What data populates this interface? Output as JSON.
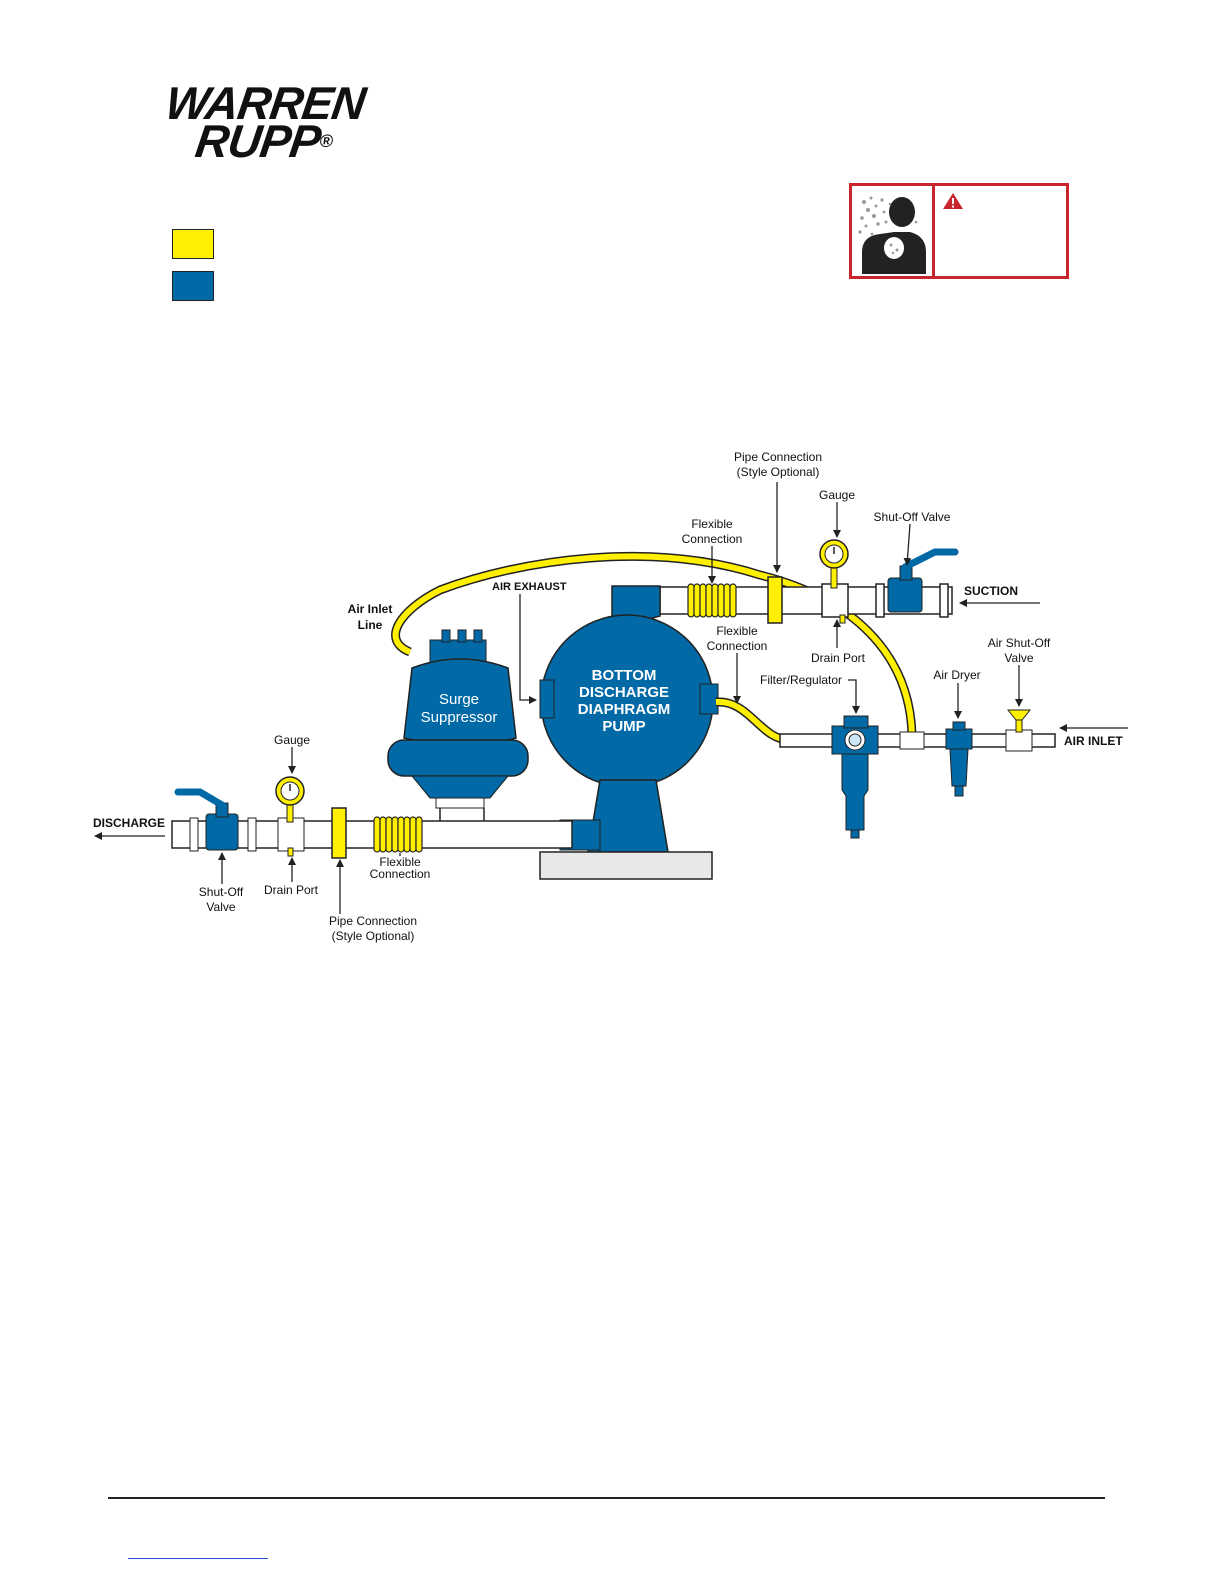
{
  "brand": {
    "line1": "WARREN",
    "line2": "RUPP",
    "registered": "®"
  },
  "legend": {
    "yellow_color": "#ffef00",
    "blue_color": "#0069a6"
  },
  "warning": {
    "border_color": "#c8262c",
    "icon": "warning-triangle-icon",
    "pictogram": "inhalation-hazard-icon"
  },
  "colors": {
    "yellow": "#ffef00",
    "blue": "#0069a6",
    "pipe": "#ffffff",
    "line": "#222222"
  },
  "diagram": {
    "pump_label_1": "BOTTOM",
    "pump_label_2": "DISCHARGE",
    "pump_label_3": "DIAPHRAGM",
    "pump_label_4": "PUMP",
    "surge_1": "Surge",
    "surge_2": "Suppressor",
    "pipe_conn_top_1": "Pipe Connection",
    "pipe_conn_top_2": "(Style Optional)",
    "gauge_top": "Gauge",
    "shutoff_top": "Shut-Off Valve",
    "flex_top_1": "Flexible",
    "flex_top_2": "Connection",
    "suction": "SUCTION",
    "air_exhaust": "AIR EXHAUST",
    "air_inlet_line_1": "Air Inlet",
    "air_inlet_line_2": "Line",
    "flex_mid_1": "Flexible",
    "flex_mid_2": "Connection",
    "drain_top": "Drain Port",
    "filter_reg": "Filter/Regulator",
    "air_dryer": "Air Dryer",
    "air_shutoff_1": "Air Shut-Off",
    "air_shutoff_2": "Valve",
    "air_inlet": "AIR INLET",
    "gauge_bottom": "Gauge",
    "discharge": "DISCHARGE",
    "shutoff_bottom_1": "Shut-Off",
    "shutoff_bottom_2": "Valve",
    "drain_bottom": "Drain Port",
    "flex_bottom_1": "Flexible",
    "flex_bottom_2": "Connection",
    "pipe_conn_bottom_1": "Pipe Connection",
    "pipe_conn_bottom_2": "(Style Optional)"
  }
}
